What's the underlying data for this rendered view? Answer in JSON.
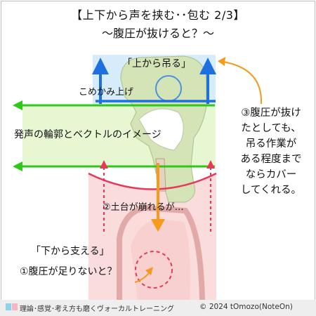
{
  "title": {
    "line1": "【上下から声を挟む･･包む  2/3】",
    "line2": "～腹圧が抜けると？～"
  },
  "labels": {
    "top_zone": "「上から吊る」",
    "temple": "こめかみ上げ",
    "vector": "発声の輪郭とベクトルのイメージ",
    "foundation": "②土台が崩れるが…",
    "bottom_zone": "「下から支える」",
    "question": "①腹圧が足りないと？"
  },
  "note": {
    "lines": [
      "③腹圧が抜け",
      "たとしても、",
      "吊る作業が",
      "ある程度まで",
      "ならカバー",
      "してくれる。"
    ]
  },
  "footer": {
    "left": "理論･感覚･考え方も磨くヴォーカルトレーニング",
    "right": "© 2024 tOmozo(NoteOn)"
  },
  "colors": {
    "blue": "#1e6fe0",
    "green": "#2ec71a",
    "red": "#e8385a",
    "orange": "#f59a1b",
    "upper_zone": "#d6ecfa",
    "middle_zone": "#e6f7d2",
    "lower_zone": "#fbdcdc"
  }
}
